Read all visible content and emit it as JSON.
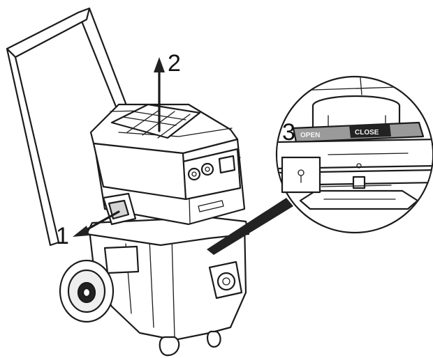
{
  "callouts": {
    "step1": "1",
    "step2": "2",
    "step3": "3"
  },
  "detail": {
    "label_open": "OPEN",
    "label_close": "CLOSE"
  },
  "icons": {
    "lock_icon": "open-lock-icon"
  }
}
